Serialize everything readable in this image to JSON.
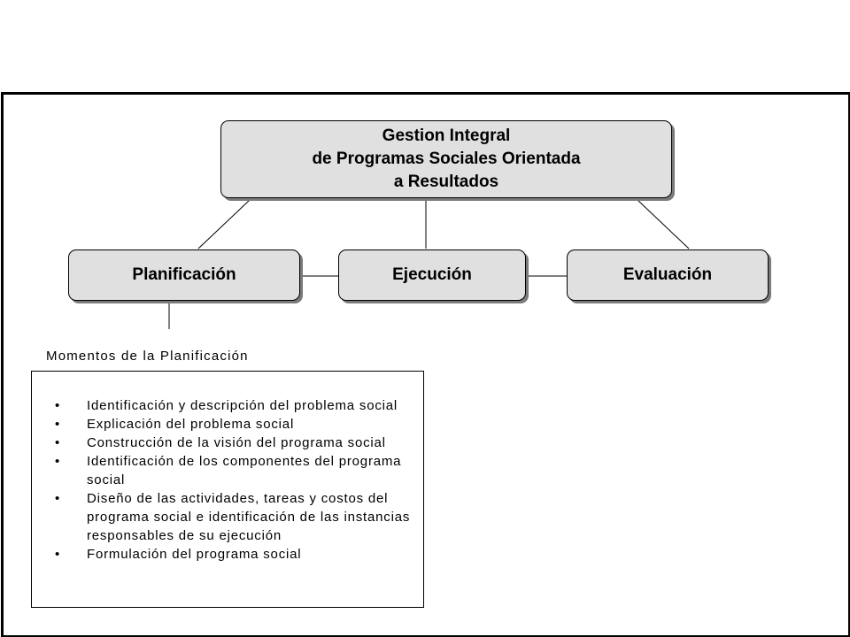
{
  "diagram": {
    "root": {
      "lines": [
        "Gestion Integral",
        "de Programas Sociales Orientada",
        "a Resultados"
      ]
    },
    "phases": [
      {
        "label": "Planificación"
      },
      {
        "label": "Ejecución"
      },
      {
        "label": "Evaluación"
      }
    ],
    "moments": {
      "heading": "Momentos de la Planificación",
      "bullet": "•",
      "items": [
        "Identificación y descripción del problema social",
        "Explicación del problema social",
        "Construcción de la visión del programa social",
        "Identificación de los componentes del programa social",
        "Diseño de las actividades, tareas y costos del programa social e identificación de las instancias responsables de su ejecución",
        "Formulación del programa social"
      ]
    },
    "colors": {
      "node_fill": "#e0e0e0",
      "node_shadow": "#7a7a7a",
      "border": "#000000",
      "background": "#ffffff"
    }
  }
}
